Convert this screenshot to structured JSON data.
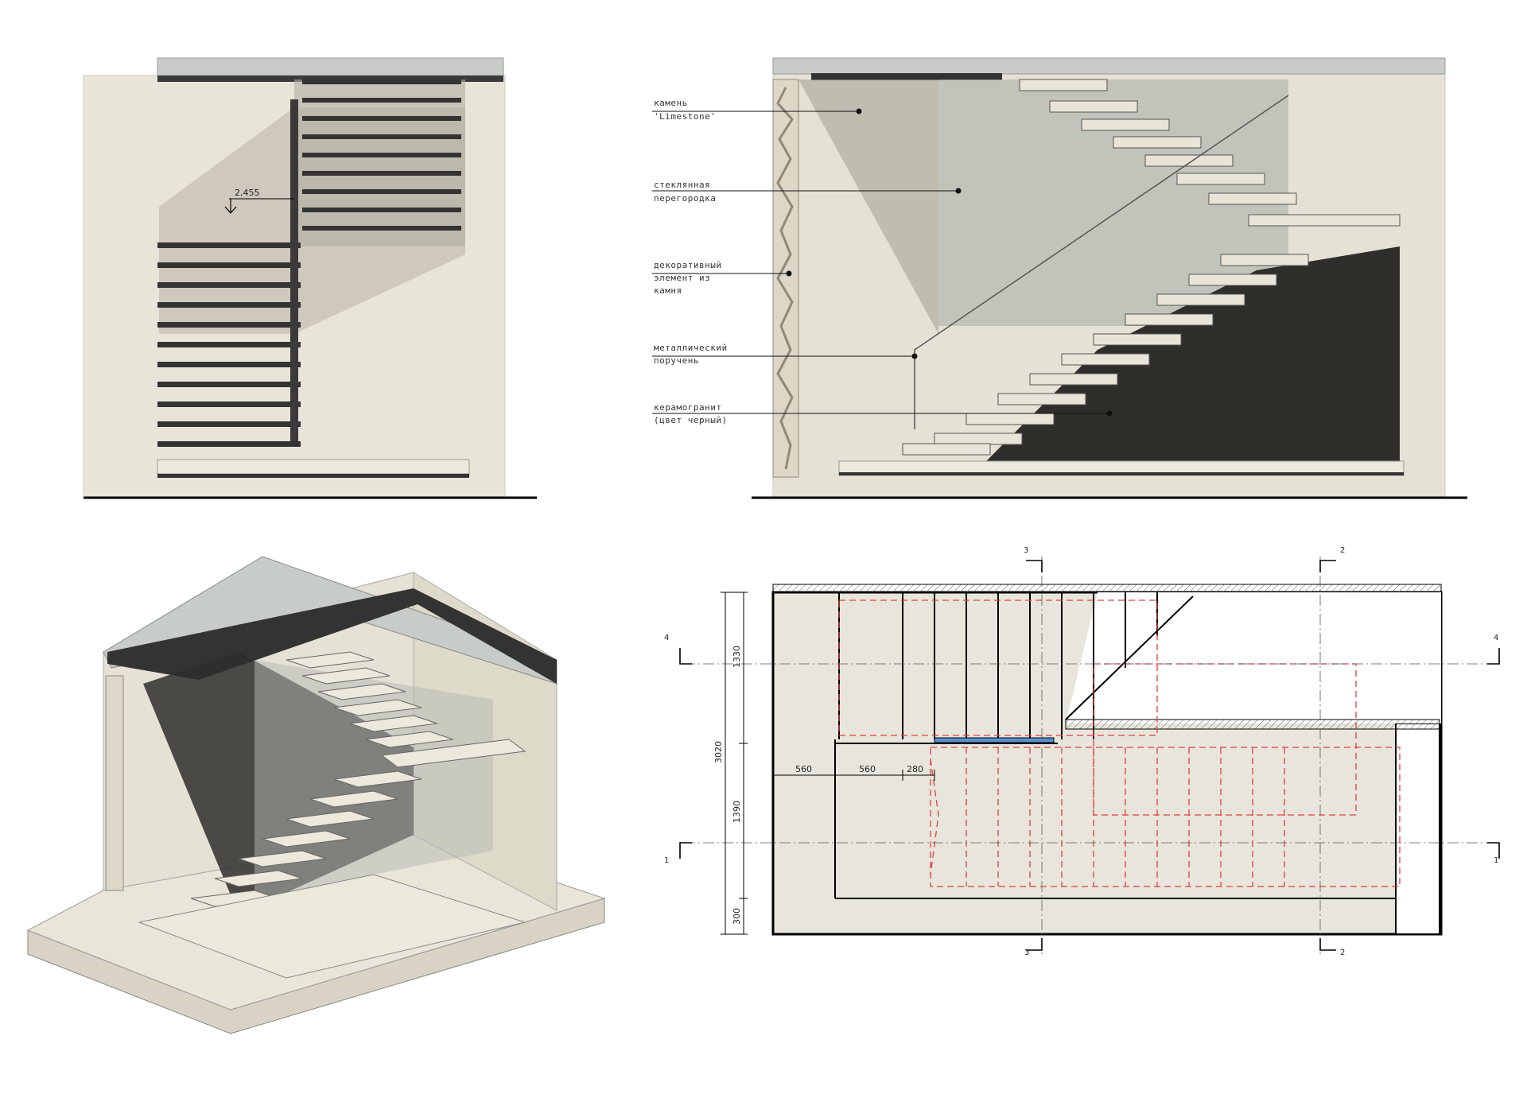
{
  "elevation_left": {
    "height_mark": "2,455"
  },
  "elevation_right": {
    "callouts": [
      {
        "line1": "камень",
        "line2": "'Limestone'",
        "line3": ""
      },
      {
        "line1": "стеклянная",
        "line2": "перегородка",
        "line3": ""
      },
      {
        "line1": "декоративный",
        "line2": "элемент из",
        "line3": "камня"
      },
      {
        "line1": "металлический",
        "line2": "поручень",
        "line3": ""
      },
      {
        "line1": "керамогранит",
        "line2": "(цвет черный)",
        "line3": ""
      }
    ]
  },
  "plan": {
    "dims_vertical": [
      "3020",
      "1330",
      "1390",
      "300"
    ],
    "dims_horizontal": [
      "560",
      "560",
      "280"
    ],
    "section_marks": {
      "s1": "1",
      "s2": "2",
      "s3": "3",
      "s4": "4"
    }
  },
  "colors": {
    "stone": "#e5e0d2",
    "dark_stone": "#2e2d2a",
    "glass": "#bfc2bd",
    "hidden_line": "#e04040",
    "blue_strip": "#5a8fd0"
  }
}
